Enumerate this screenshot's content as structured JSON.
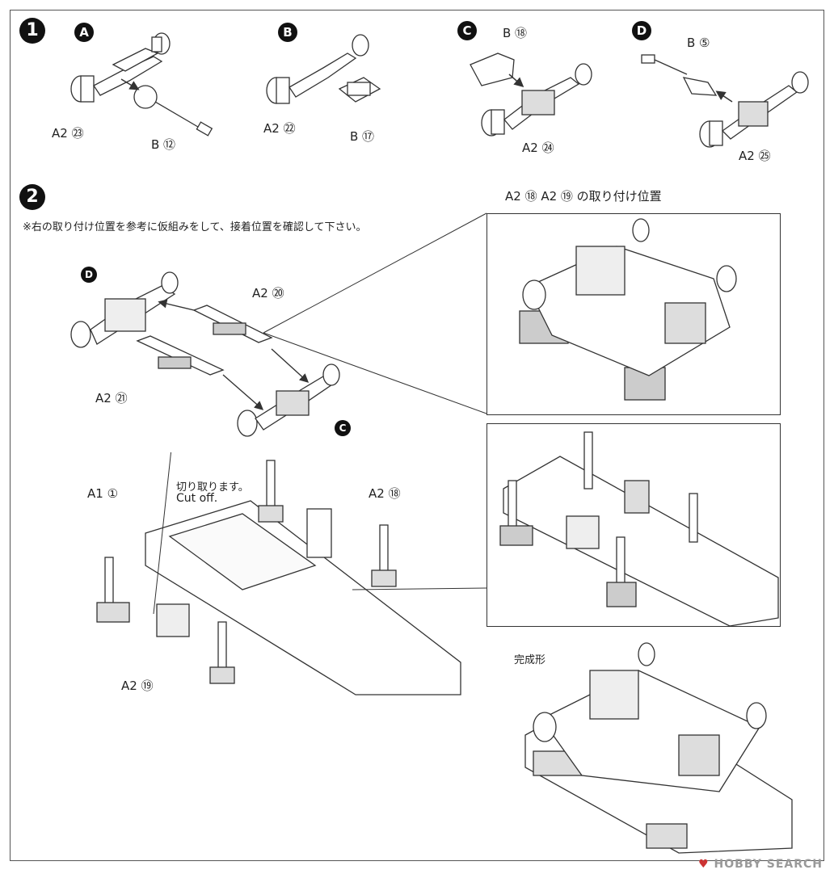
{
  "step1": {
    "number": "1",
    "subs": [
      {
        "letter": "A",
        "parts": [
          "A2 ㉓",
          "B ⑫"
        ]
      },
      {
        "letter": "B",
        "parts": [
          "A2 ㉒",
          "B ⑰"
        ]
      },
      {
        "letter": "C",
        "parts": [
          "B ⑱",
          "A2 ㉔"
        ]
      },
      {
        "letter": "D",
        "parts": [
          "B ⑤",
          "A2 ㉕"
        ]
      }
    ]
  },
  "step2": {
    "number": "2",
    "note": "※右の取り付け位置を参考に仮組みをして、接着位置を確認して下さい。",
    "refs": {
      "d": "D",
      "c": "C"
    },
    "parts": {
      "a2_20": "A2 ⑳",
      "a2_21": "A2 ㉑",
      "a1_1": "A1 ①",
      "a2_18": "A2 ⑱",
      "a2_19": "A2 ⑲"
    },
    "cut_jp": "切り取ります。",
    "cut_en": "Cut off.",
    "position_title": "A2 ⑱  A2 ⑲ の取り付け位置",
    "complete": "完成形"
  },
  "watermark": {
    "heart": "♥",
    "text": "HOBBY SEARCH"
  }
}
